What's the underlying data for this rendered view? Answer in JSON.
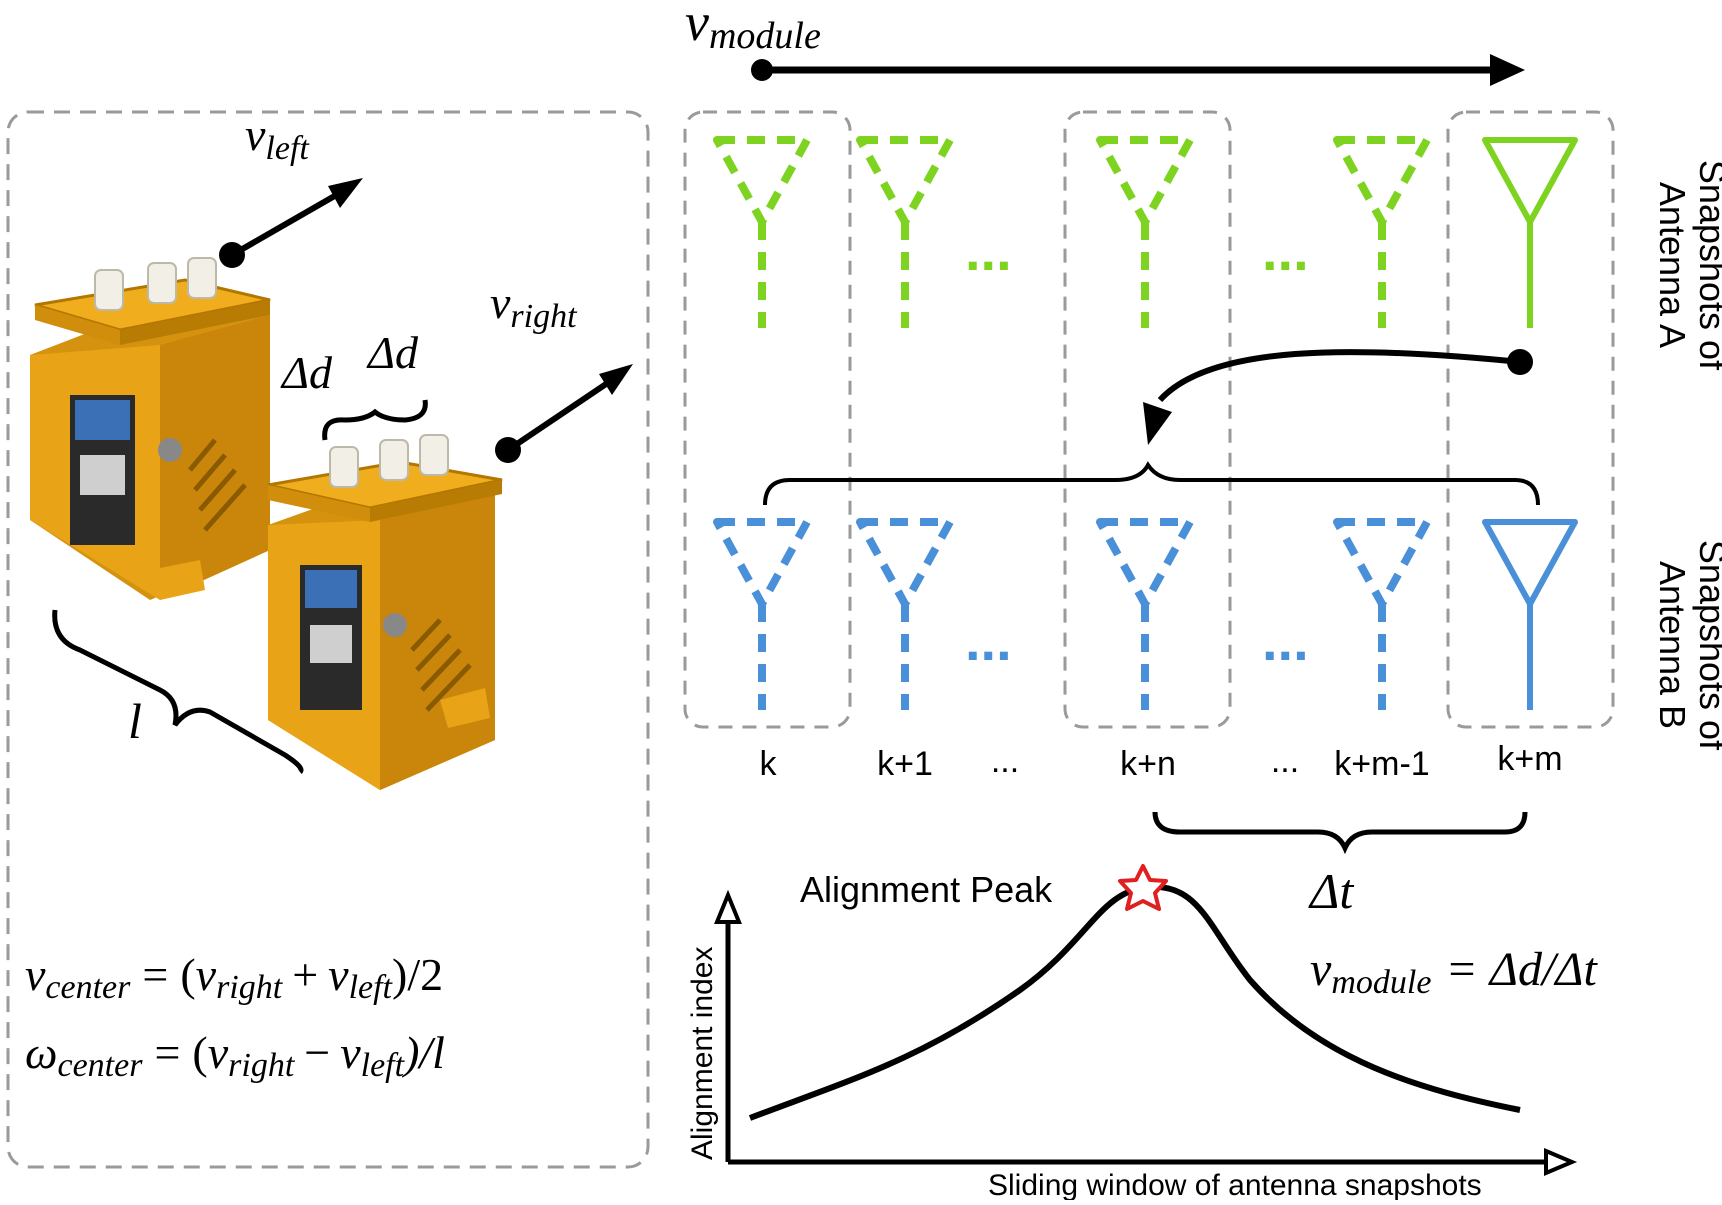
{
  "colors": {
    "antenna_a": "#7ed321",
    "antenna_b": "#4a90d9",
    "box_dash": "#9a9a9a",
    "peak_star": "#e02020",
    "robot_body": "#e8a317",
    "ink": "#000000"
  },
  "top": {
    "velocity_label": {
      "base": "v",
      "sub": "module"
    }
  },
  "left_panel": {
    "v_left": {
      "base": "v",
      "sub": "left"
    },
    "v_right": {
      "base": "v",
      "sub": "right"
    },
    "delta_d_1": "Δd",
    "delta_d_2": "Δd",
    "length_label": "l",
    "eq1": {
      "lhs_base": "v",
      "lhs_sub": "center",
      "eq": "=",
      "open": "(",
      "a_base": "v",
      "a_sub": "right",
      "op": "+",
      "b_base": "v",
      "b_sub": "left",
      "close": ")/2"
    },
    "eq2": {
      "lhs_base": "ω",
      "lhs_sub": "center",
      "eq": "=",
      "open": "(",
      "a_base": "v",
      "a_sub": "right",
      "op": "−",
      "b_base": "v",
      "b_sub": "left",
      "close": ")/l"
    }
  },
  "right_panel": {
    "row_a_label_1": "Snapshots of",
    "row_a_label_2": "Antenna A",
    "row_b_label_1": "Snapshots of",
    "row_b_label_2": "Antenna B",
    "ellipsis_a": [
      "...",
      "..."
    ],
    "ellipsis_b": [
      "...",
      "..."
    ],
    "indices": [
      "k",
      "k+1",
      "...",
      "k+n",
      "...",
      "k+m-1",
      "k+m"
    ],
    "delta_t": "Δt",
    "v_module_eq": {
      "base": "v",
      "sub": "module",
      "rest": "= Δd/Δt"
    }
  },
  "plot": {
    "peak_label": "Alignment Peak",
    "y_axis_label": "Alignment index",
    "x_axis_label": "Sliding window of antenna snapshots"
  }
}
